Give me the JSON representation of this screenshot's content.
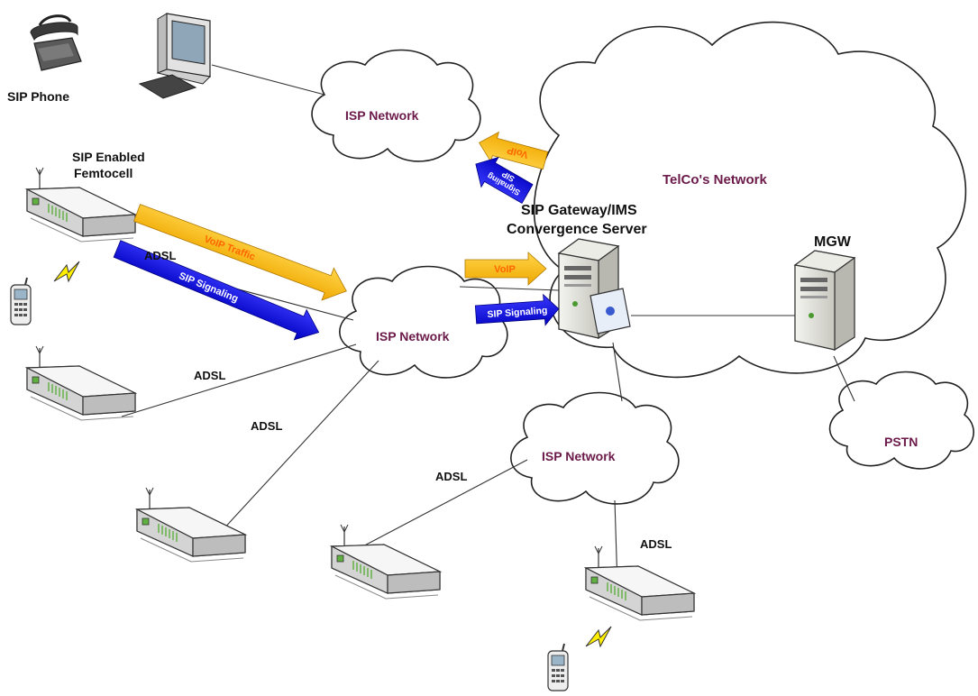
{
  "labels": {
    "sip_phone": "SIP Phone",
    "femtocell_line1": "SIP Enabled",
    "femtocell_line2": "Femtocell",
    "isp_top": "ISP Network",
    "isp_middle": "ISP Network",
    "isp_bottom": "ISP Network",
    "telco": "TelCo's Network",
    "gateway_line1": "SIP Gateway/IMS",
    "gateway_line2": "Convergence Server",
    "mgw": "MGW",
    "pstn": "PSTN",
    "adsl_1": "ADSL",
    "adsl_2": "ADSL",
    "adsl_3": "ADSL",
    "adsl_4": "ADSL",
    "adsl_5": "ADSL"
  },
  "arrows": {
    "voip_traffic": "VoIP Traffic",
    "sip_signaling": "SIP Signaling",
    "voip_to_server": "VoIP",
    "sip_signaling_to_server": "SIP Signaling",
    "voip_upper": "VoIP",
    "signaling_upper_line1": "Signaling",
    "signaling_upper_line2": "SIP"
  },
  "colors": {
    "voip_arrow": "#f5b800",
    "signaling_arrow": "#1010e0",
    "cloud_label": "#6b1a4a",
    "device_body": "#e6e6e6",
    "device_led": "#5fb040",
    "bolt": "#ffee00"
  },
  "icons": {
    "phone": "desk-phone-icon",
    "computer": "desktop-computer-icon",
    "femtocell": "femtocell-router-icon",
    "mobile": "mobile-phone-icon",
    "server": "server-tower-icon",
    "cloud": "cloud-icon",
    "bolt": "lightning-bolt-icon"
  }
}
